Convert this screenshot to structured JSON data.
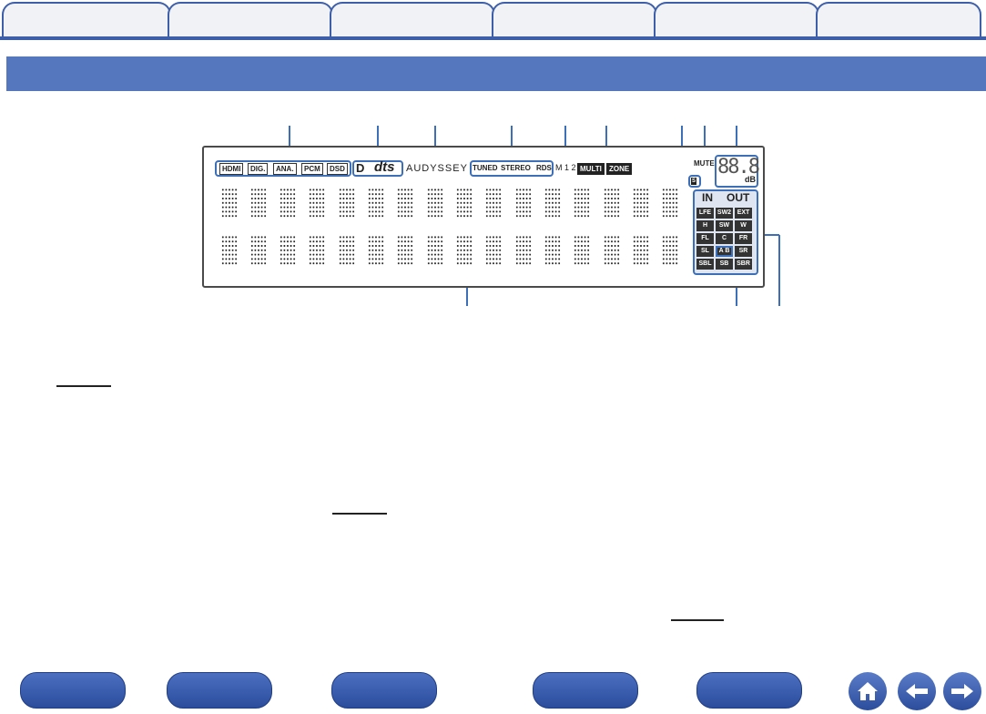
{
  "tabs": [
    "",
    "",
    "",
    "",
    "",
    ""
  ],
  "display": {
    "inputs": [
      "HDMI",
      "DIG.",
      "ANA.",
      "PCM",
      "DSD"
    ],
    "dolby": "D",
    "dts": "dts",
    "audyssey": "AUDYSSEY",
    "tuner": [
      "TUNED",
      "STEREO",
      "RDS"
    ],
    "m12": "M 1 2",
    "multizone": [
      "MULTI",
      "ZONE"
    ],
    "mute": "MUTE",
    "sleep": "S",
    "volume_digits": "88.8",
    "db": "dB",
    "in": "IN",
    "out": "OUT",
    "speakers": [
      [
        "LFE",
        "SW2",
        "EXT"
      ],
      [
        "H",
        "SW",
        "W"
      ],
      [
        "FL",
        "C",
        "FR"
      ],
      [
        "SL",
        "A B",
        "SR"
      ],
      [
        "SBL",
        "SB",
        "SBR"
      ]
    ]
  },
  "nav": {
    "buttons": [
      "",
      "",
      "",
      "",
      ""
    ],
    "home_icon": "home-icon",
    "back_icon": "arrow-left-icon",
    "forward_icon": "arrow-right-icon"
  }
}
